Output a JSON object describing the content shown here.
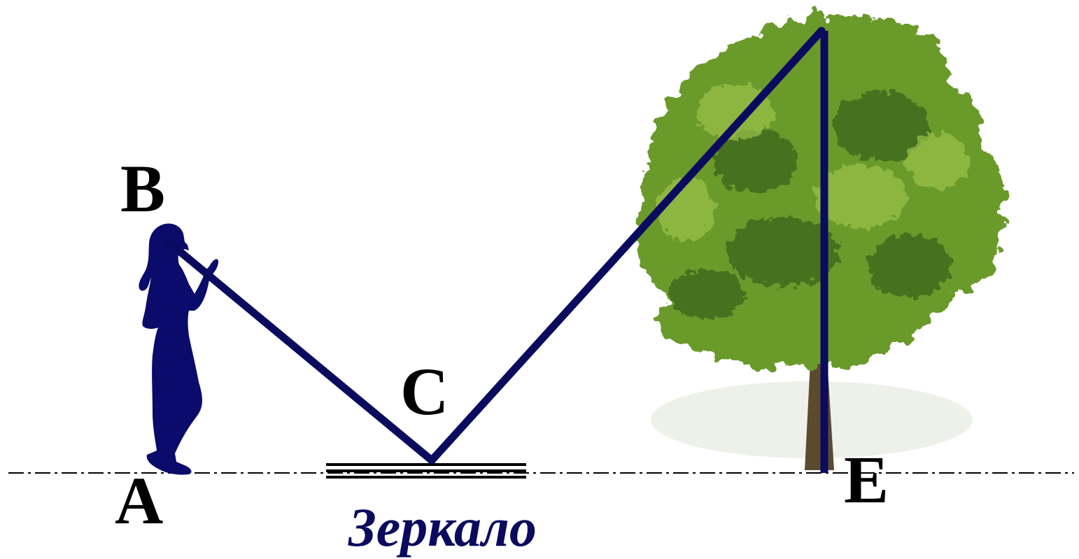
{
  "points": {
    "A": "A",
    "B": "B",
    "C": "C",
    "E": "E"
  },
  "mirror_label": "Зеркало",
  "icons": {
    "person": "person-silhouette-icon",
    "tree": "tree-icon"
  },
  "colors": {
    "lines": "#0a0a5e",
    "person": "#0b0b6b",
    "mirror_label": "#0a0a5e",
    "ground_line": "#000000",
    "foliage": "#6b9a2a",
    "foliage_dark": "#3f6b1a",
    "foliage_light": "#9cc24c",
    "trunk": "#5c4a2e"
  }
}
